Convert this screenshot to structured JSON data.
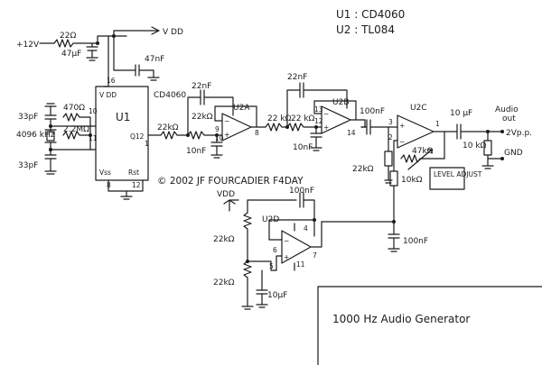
{
  "parts_legend": {
    "u1": "U1 : CD4060",
    "u2": "U2 : TL084"
  },
  "title": "1000 Hz Audio Generator",
  "credit": "© 2002  JF FOURCADIER  F4DAY",
  "supply": {
    "vin": "+12V",
    "vdd": "V DD",
    "vdd_short": "VDD",
    "r_supply": "22Ω",
    "c_supply1": "47μF",
    "c_supply2": "47nF"
  },
  "u1": {
    "ref": "U1",
    "part": "CD4060",
    "vdd_label": "V DD",
    "vss_label": "Vss",
    "rst_label": "Rst",
    "q12_label": "Q12",
    "pins": {
      "vdd": "16",
      "p10": "10",
      "p11": "11",
      "p8": "8",
      "p12": "12",
      "q12": "1"
    }
  },
  "osc": {
    "c1": "33pF",
    "c2": "33pF",
    "xtal": "4096 kHz",
    "r1": "470Ω",
    "r2": "2.2MΩ"
  },
  "filter": {
    "r1": "22kΩ",
    "r2": "22kΩ",
    "c1": "22nF",
    "c2": "10nF",
    "r3": "22 kΩ",
    "r4": "22 kΩ",
    "c3": "22nF",
    "c4": "10nF"
  },
  "u2a": {
    "ref": "U2A",
    "pins": {
      "p9": "9",
      "p10": "10",
      "p8": "8"
    }
  },
  "u2b": {
    "ref": "U2B",
    "pins": {
      "p13": "13",
      "p12": "12",
      "p14": "14"
    }
  },
  "u2c": {
    "ref": "U2C",
    "pins": {
      "p3": "3",
      "p2": "2",
      "p1": "1"
    },
    "c_in": "100nF",
    "r_fb": "47kΩ",
    "r_in": "22kΩ",
    "r_lvl": "10kΩ",
    "level": "LEVEL ADJUST",
    "c_out": "10 μF",
    "r_out": "10 kΩ"
  },
  "u2d": {
    "ref": "U2D",
    "vdd": "VDD",
    "r1": "22kΩ",
    "r2": "22kΩ",
    "c_fb": "100nF",
    "c_bias": "10μF",
    "c_dec": "100nF",
    "pins": {
      "p4": "4",
      "p6": "6",
      "p5": "5",
      "p7": "7",
      "p11": "11"
    }
  },
  "output": {
    "line1": "Audio",
    "line2": "out",
    "level": "2Vp.p.",
    "gnd": "GND"
  }
}
